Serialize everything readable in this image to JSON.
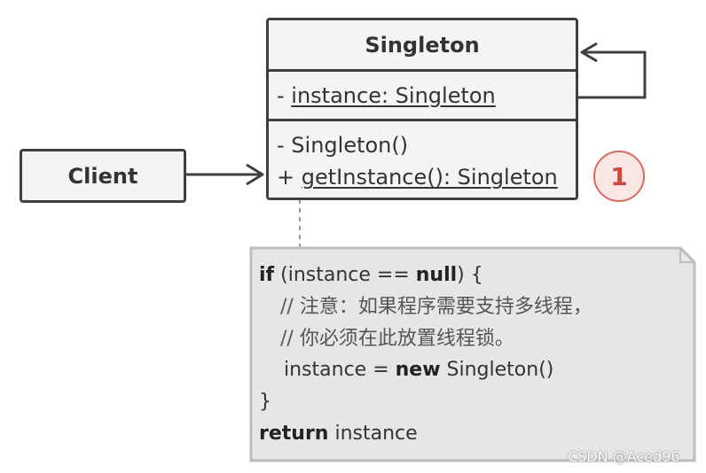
{
  "singleton_class": {
    "name": "Singleton",
    "attribute": {
      "visibility": "- ",
      "text": "instance: Singleton"
    },
    "methods": [
      {
        "visibility": "- ",
        "text": "Singleton()"
      },
      {
        "visibility": "+ ",
        "text": "getInstance(): Singleton"
      }
    ]
  },
  "client": {
    "label": "Client"
  },
  "badge": {
    "label": "1"
  },
  "note": {
    "line1": {
      "kw": "if",
      "rest1": " (instance == ",
      "kw2": "null",
      "rest2": ") {"
    },
    "comment1": "// 注意：如果程序需要支持多线程，",
    "comment2": "// 你必须在此放置线程锁。",
    "line4": {
      "pre": "instance = ",
      "kw": "new",
      "post": " Singleton()"
    },
    "line5": "}",
    "line6": {
      "kw": "return",
      "rest": " instance"
    }
  },
  "watermark": "CSDN @Aced96",
  "colors": {
    "stroke": "#3f3f3f",
    "fill": "#f4f4f5",
    "note_fill": "#e6e6e8",
    "badge_fill": "#f9e7e5",
    "badge_stroke": "#d96a5f"
  }
}
